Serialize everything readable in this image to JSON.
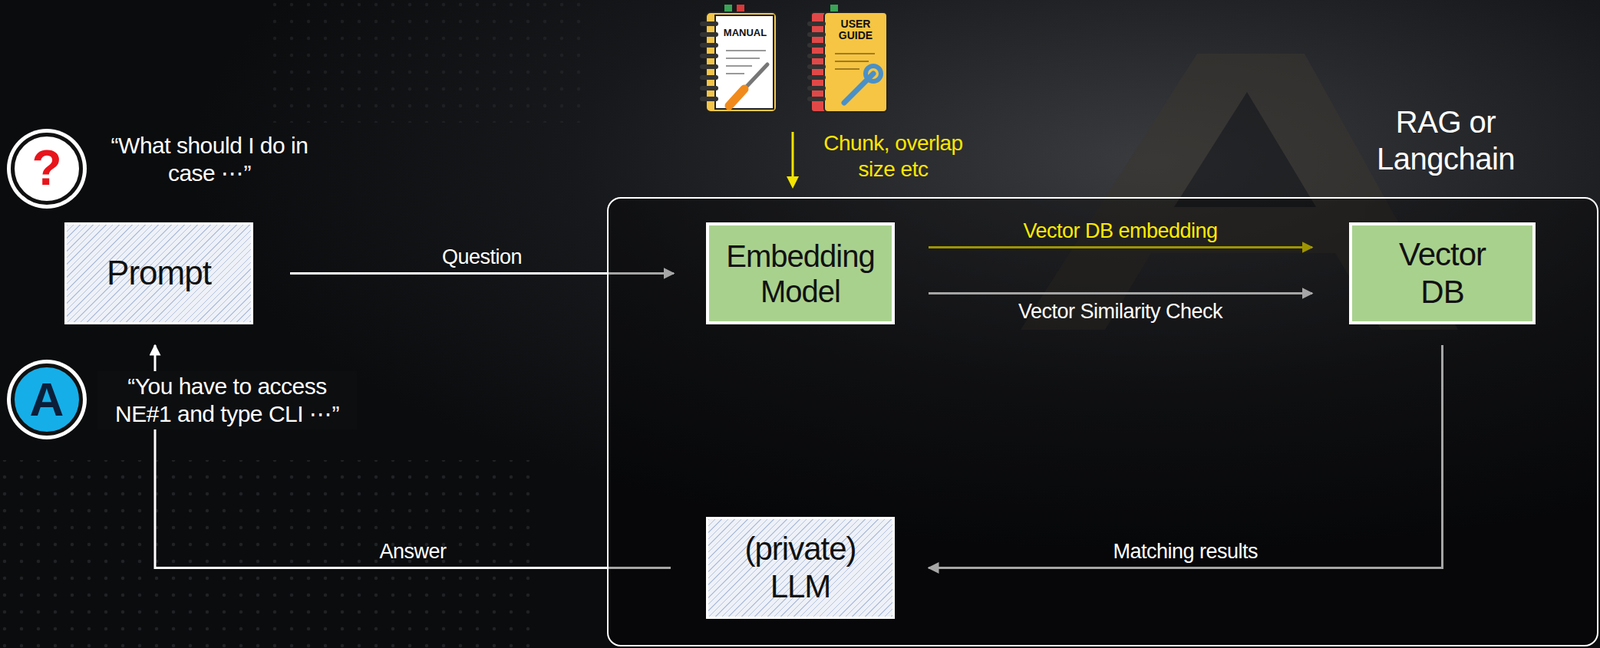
{
  "diagram": {
    "nodes": [
      {
        "text": [
          "?"
        ]
      },
      {
        "text": [
          "Prompt"
        ]
      },
      {
        "text": [
          "A"
        ]
      },
      {
        "text": [
          "RAG or Langchain"
        ]
      },
      {
        "text": [
          "Embedding Model"
        ],
        "in": 3
      },
      {
        "text": [
          "Vector DB"
        ],
        "in": 3
      },
      {
        "text": [
          "(private) LLM"
        ],
        "in": 3
      }
    ],
    "edges": [
      {
        "from": 1,
        "to": 4,
        "label": "Question",
        "arrow": "to"
      },
      {
        "from": 4,
        "to": 5,
        "label": "Vector DB embedding",
        "arrow": "to"
      },
      {
        "from": 4,
        "to": 5,
        "label": "Vector Similarity Check",
        "arrow": "to"
      },
      {
        "from": 5,
        "to": 6,
        "label": "Matching results",
        "arrow": "to"
      },
      {
        "from": 6,
        "to": 1,
        "label": "Answer",
        "arrow": "to"
      }
    ],
    "labels": [
      "“What should I do in case ⋯”",
      "“You have to access NE#1 and type CLI ⋯”",
      "MANUAL",
      "USER GUIDE",
      "Chunk, overlap size etc"
    ]
  }
}
